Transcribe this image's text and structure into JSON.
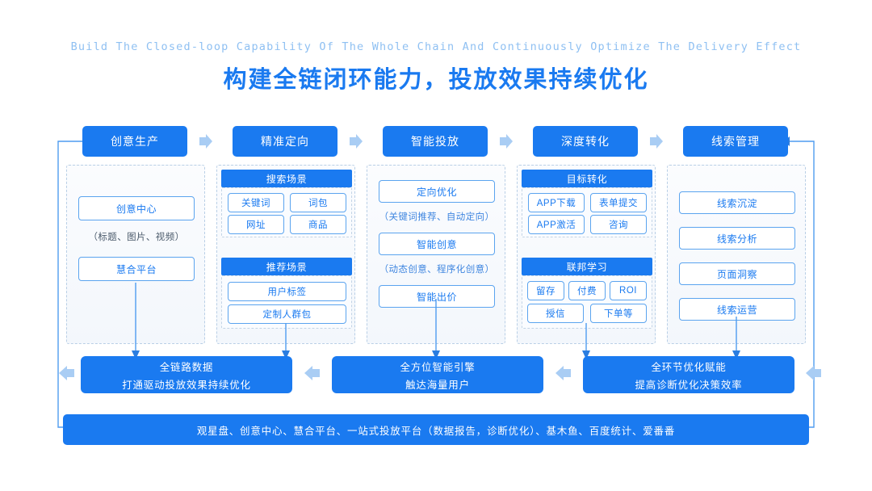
{
  "header": {
    "subtitle_en": "Build The Closed-loop Capability Of The Whole Chain And Continuously Optimize The Delivery Effect",
    "title_cn": "构建全链闭环能力，投放效果持续优化"
  },
  "colors": {
    "brand_blue": "#1a7af0",
    "box_border": "#5ba4ef",
    "panel_dashed": "#b9cfe6",
    "subtitle": "#8fc0f2"
  },
  "stages": [
    {
      "label": "创意生产"
    },
    {
      "label": "精准定向"
    },
    {
      "label": "智能投放"
    },
    {
      "label": "深度转化"
    },
    {
      "label": "线索管理"
    }
  ],
  "columns": [
    {
      "key": "creative-production",
      "items": [
        {
          "type": "box",
          "label": "创意中心"
        },
        {
          "type": "note",
          "label": "（标题、图片、视频）"
        },
        {
          "type": "box",
          "label": "慧合平台"
        }
      ]
    },
    {
      "key": "precise-targeting",
      "sections": [
        {
          "title": "搜索场景",
          "items": [
            "关键词",
            "词包",
            "网址",
            "商品"
          ]
        },
        {
          "title": "推荐场景",
          "items": [
            "用户标签",
            "定制人群包"
          ]
        }
      ]
    },
    {
      "key": "intelligent-delivery",
      "items": [
        {
          "type": "box",
          "label": "定向优化"
        },
        {
          "type": "note",
          "label": "（关键词推荐、自动定向）"
        },
        {
          "type": "box",
          "label": "智能创意"
        },
        {
          "type": "note",
          "label": "（动态创意、程序化创意）"
        },
        {
          "type": "box",
          "label": "智能出价"
        }
      ]
    },
    {
      "key": "deep-conversion",
      "sections": [
        {
          "title": "目标转化",
          "items": [
            "APP下载",
            "表单提交",
            "APP激活",
            "咨询"
          ]
        },
        {
          "title": "联邦学习",
          "items": [
            "留存",
            "付费",
            "ROI",
            "授信",
            "下单等"
          ]
        }
      ]
    },
    {
      "key": "lead-management",
      "items": [
        {
          "type": "box",
          "label": "线索沉淀"
        },
        {
          "type": "box",
          "label": "线索分析"
        },
        {
          "type": "box",
          "label": "页面洞察"
        },
        {
          "type": "box",
          "label": "线索运营"
        }
      ]
    }
  ],
  "results": [
    {
      "line1": "全链路数据",
      "line2": "打通驱动投放效果持续优化"
    },
    {
      "line1": "全方位智能引擎",
      "line2": "触达海量用户"
    },
    {
      "line1": "全环节优化赋能",
      "line2": "提高诊断优化决策效率"
    }
  ],
  "footer": {
    "label": "观星盘、创意中心、慧合平台、一站式投放平台（数据报告，诊断优化）、基木鱼、百度统计、爱番番"
  },
  "icons": {
    "chevron_right": "chevron-right-icon",
    "chevron_left": "chevron-left-icon",
    "arrow_down": "arrow-down-icon",
    "loop_connector": "loop-connector-icon"
  }
}
